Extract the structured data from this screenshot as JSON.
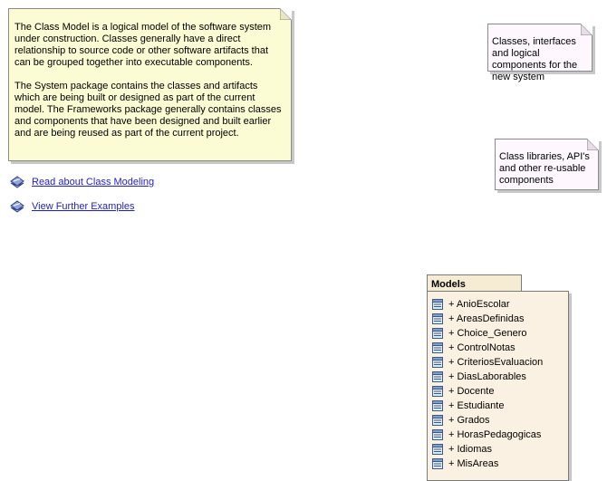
{
  "notes": {
    "main": {
      "paragraph1": "The Class Model is a logical model of the software system under construction. Classes generally have a direct relationship to source code or other software artifacts that can be grouped together into executable components.",
      "paragraph2": "The System package contains the classes and artifacts which are being built or designed as part of the current model. The Frameworks package generally contains classes and components that have been designed and built earlier and are being reused as part of the current project."
    },
    "new_system": "Classes, interfaces and logical components for the new system",
    "libraries": "Class libraries, API's and other re-usable components"
  },
  "links": [
    {
      "label": "Read about Class Modeling",
      "icon": "hyperlink-icon"
    },
    {
      "label": "View Further Examples",
      "icon": "hyperlink-icon"
    }
  ],
  "package": {
    "name": "Models",
    "items": [
      "+ AnioEscolar",
      "+ AreasDefinidas",
      "+ Choice_Genero",
      "+ ControlNotas",
      "+ CriteriosEvaluacion",
      "+ DiasLaborables",
      "+ Docente",
      "+ Estudiante",
      "+ Grados",
      "+ HorasPedagogicas",
      "+ Idiomas",
      "+ MisAreas"
    ]
  },
  "colors": {
    "main_note_bg": "#fcfcd4",
    "small_note_bg": "#fef8fe",
    "package_bg": "#fbf1e2",
    "link": "#1f1fcc"
  }
}
